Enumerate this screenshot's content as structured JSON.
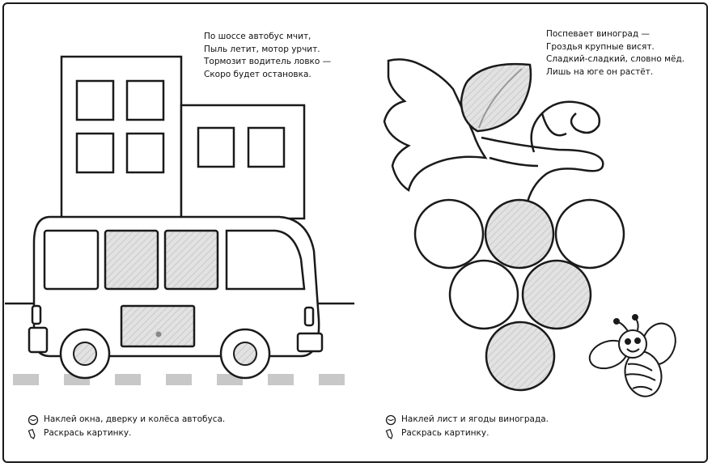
{
  "left_page": {
    "poem": [
      "По шоссе автобус мчит,",
      "Пыль летит, мотор урчит.",
      "Тормозит водитель ловко —",
      "Скоро будет остановка."
    ],
    "instructions": {
      "sticker": "Наклей окна, дверку и колёса автобуса.",
      "color": "Раскрась картинку."
    }
  },
  "right_page": {
    "poem": [
      "Поспевает виноград —",
      "Гроздья крупные висят.",
      "Сладкий-сладкий, словно мёд.",
      "Лишь на юге он растёт."
    ],
    "instructions": {
      "sticker": "Наклей лист и ягоды винограда.",
      "color": "Раскрась картинку."
    }
  },
  "icons": {
    "sticker": "sticker-peel-icon",
    "color": "pencil-icon"
  },
  "colors": {
    "outline": "#1a1a1a",
    "sticker_fill": "#d9d9d9",
    "road_dash": "#c8c8c8"
  }
}
